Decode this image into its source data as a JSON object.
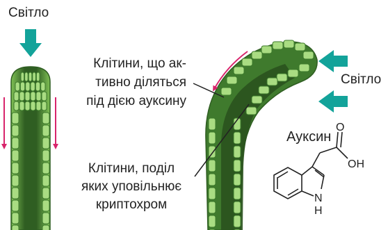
{
  "labels": {
    "light_top": "Світло",
    "light_right": "Світло",
    "dividing_cells": [
      "Клітини, що ак-",
      "тивно діляться",
      "під дією ауксину"
    ],
    "slowed_cells": [
      "Клітини, поділ",
      "яких уповільнює",
      "криптохром"
    ],
    "auxin_title": "Ауксин",
    "atom_O": "O",
    "atom_OH": "OH",
    "atom_N": "N",
    "atom_H": "H"
  },
  "colors": {
    "light_arrow": "#13a39a",
    "growth_arrow": "#d8246b",
    "tissue_dark": "#2f5e22",
    "tissue_mid": "#4e8a38",
    "cell_light": "#a9dc82",
    "cell_stroke": "#3d7a2c",
    "text": "#222222"
  },
  "icons": {
    "light_top": "arrow-down-icon",
    "light_right": "arrow-left-icon",
    "growth": "arrow-thin-icon"
  }
}
